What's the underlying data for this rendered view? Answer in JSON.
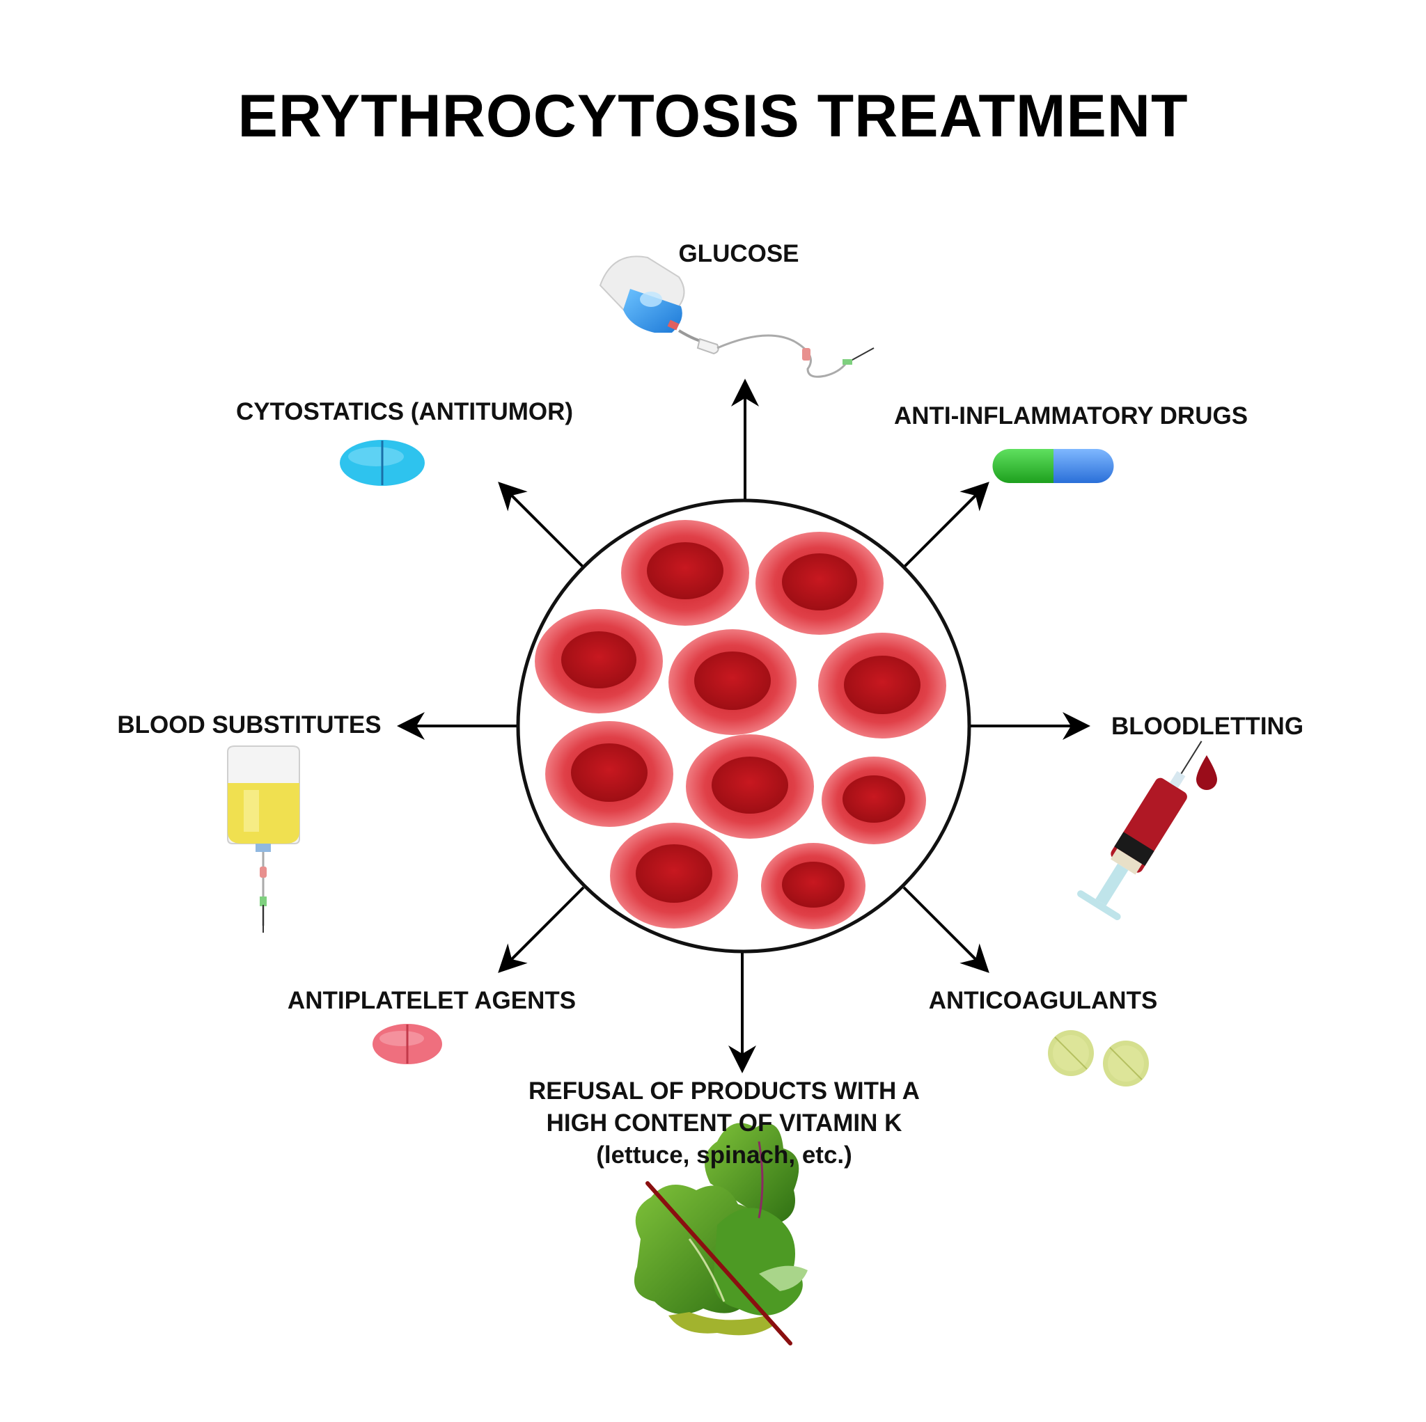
{
  "title": "ERYTHROCYTOSIS TREATMENT",
  "treatments": {
    "glucose": {
      "label": "GLUCOSE",
      "icon": "iv-drip-bag-icon"
    },
    "anti_inflammatory": {
      "label": "ANTI-INFLAMMATORY DRUGS",
      "icon": "capsule-icon"
    },
    "bloodletting": {
      "label": "BLOODLETTING",
      "icon": "syringe-icon"
    },
    "anticoagulants": {
      "label": "ANTICOAGULANTS",
      "icon": "tablets-icon"
    },
    "vitamin_k": {
      "line1": "REFUSAL OF PRODUCTS WITH A",
      "line2": "HIGH CONTENT OF VITAMIN K",
      "line3": "(lettuce, spinach, etc.)",
      "icon": "crossed-out-greens-icon"
    },
    "antiplatelet": {
      "label": "ANTIPLATELET AGENTS",
      "icon": "pink-pill-icon"
    },
    "blood_substitutes": {
      "label": "BLOOD SUBSTITUTES",
      "icon": "infusion-bag-icon"
    },
    "cytostatics": {
      "label": "CYTOSTATICS (ANTITUMOR)",
      "icon": "blue-pill-icon"
    }
  },
  "center": {
    "icon": "red-blood-cells-icon"
  },
  "colors": {
    "cell_outer": "#e8464c",
    "cell_inner": "#b8141c",
    "arrow": "#000000",
    "glucose_bag": "#3a9ae8",
    "capsule_green": "#2fbf2f",
    "capsule_blue": "#3a8fee",
    "cytostatic_pill": "#2ec3ee",
    "antiplatelet_pill": "#ef6f7e",
    "anticoagulant_tablet": "#d5df8e",
    "substitute_liquid": "#f0e050",
    "syringe_blood": "#9a0c1a",
    "greens": "#3d8a1e",
    "cross_line": "#8a0f10"
  }
}
